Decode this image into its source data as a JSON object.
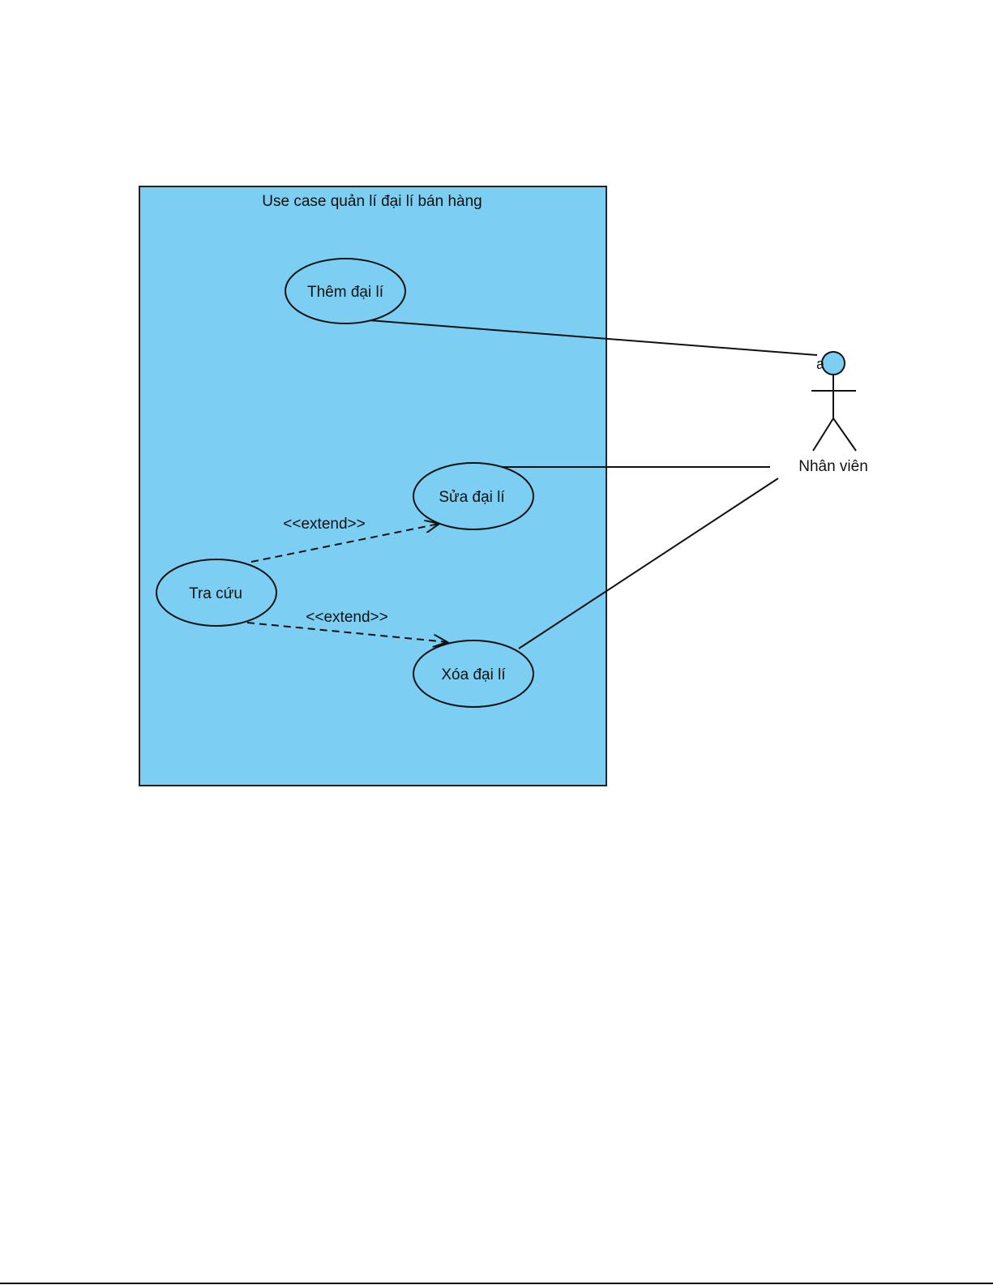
{
  "system": {
    "title": "Use case quản lí đại lí bán hàng",
    "fill": "#7ccff2"
  },
  "use_cases": {
    "them": "Thêm đại lí",
    "sua": "Sửa đại lí",
    "tra_cuu": "Tra cứu",
    "xoa": "Xóa đại lí"
  },
  "actor": {
    "name": "Nhân viên",
    "head_label": "a"
  },
  "relations": {
    "extend1": "<<extend>>",
    "extend2": "<<extend>>"
  }
}
